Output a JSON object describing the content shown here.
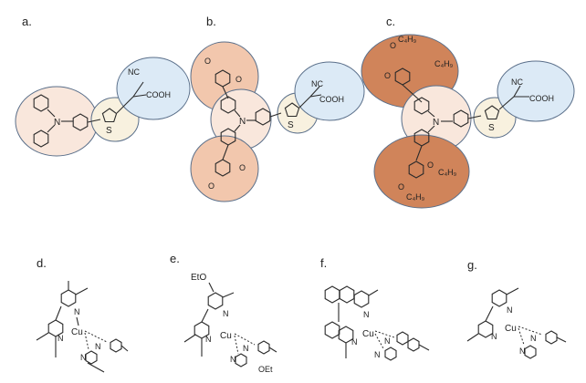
{
  "colors": {
    "donor": "#f9e7dc",
    "pi_bridge": "#f8f1df",
    "acceptor": "#dceaf6",
    "methoxy": "#f2c7ad",
    "butoxy": "#d0845a",
    "outline": "#5a6f8a"
  },
  "panels": {
    "a": {
      "label": "a.",
      "acceptor_cn": "NC",
      "acceptor_cooh": "COOH",
      "thiophene_s": "S",
      "amine_n": "N"
    },
    "b": {
      "label": "b.",
      "acceptor_cn": "NC",
      "acceptor_cooh": "COOH",
      "thiophene_s": "S",
      "amine_n": "N",
      "methoxy": "O"
    },
    "c": {
      "label": "c.",
      "acceptor_cn": "NC",
      "acceptor_cooh": "COOH",
      "thiophene_s": "S",
      "amine_n": "N",
      "butyl_top_1": "C₄H₉",
      "butyl_top_2": "C₄H₉",
      "butyl_bottom_1": "C₄H₉",
      "butyl_bottom_2": "C₄H₉",
      "oxygen": "O"
    },
    "d": {
      "label": "d.",
      "metal": "Cu",
      "nitrogen": "N"
    },
    "e": {
      "label": "e.",
      "metal": "Cu",
      "nitrogen": "N",
      "ethoxy": "EtO",
      "ethoxy_bottom": "OEt"
    },
    "f": {
      "label": "f.",
      "metal": "Cu",
      "nitrogen": "N"
    },
    "g": {
      "label": "g.",
      "metal": "Cu",
      "nitrogen": "N"
    }
  }
}
